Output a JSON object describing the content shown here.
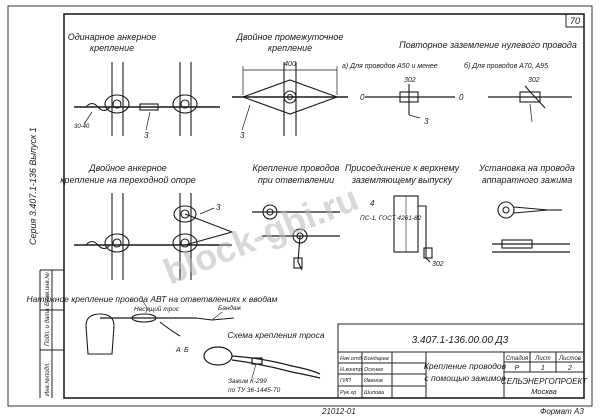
{
  "sheet": {
    "page_number": "70",
    "side_stamp": "Серия 3.407.1-136 Выпуск 1",
    "doc_code": "3.407.1-136.00.00 Д3",
    "title_line1": "Крепление проводов",
    "title_line2": "с помощью зажимов",
    "stage_header": "Стадия",
    "sheet_header": "Лист",
    "sheets_header": "Листов",
    "stage_value": "Р",
    "sheet_value": "1",
    "sheets_value": "2",
    "org_line1": "СЕЛЬЭНЕРГОПРОЕКТ",
    "org_line2": "Москва",
    "footer_left": "21012-01",
    "footer_right": "Формат А3",
    "watermark": "block-gbi.ru",
    "stamp_rows": [
      {
        "role": "Нач.отд",
        "name": "Бондарев"
      },
      {
        "role": "Н.контр",
        "name": "Осенев"
      },
      {
        "role": "ГИП",
        "name": "Иванов"
      },
      {
        "role": "Рук.гр",
        "name": "Шипова"
      }
    ],
    "left_margin_labels": [
      "Инв.№подл.",
      "Подп. и дата",
      "Взам.инв.№"
    ]
  },
  "diagrams": {
    "d1": {
      "title1": "Одинарное анкерное",
      "title2": "крепление",
      "dim": "30-40",
      "ref": "3"
    },
    "d2": {
      "title1": "Двойное промежуточное",
      "title2": "крепление",
      "dim": "400",
      "ref": "3"
    },
    "d3": {
      "title": "Повторное заземление нулевого провода",
      "sub_a": "а) Для проводов А50 и менее",
      "sub_b": "б) Для проводов А70, А95",
      "part": "302",
      "ref": "3",
      "zero_l": "0",
      "zero_r": "0"
    },
    "d4": {
      "title1": "Двойное анкерное",
      "title2": "крепление на переходной опоре",
      "ref": "3"
    },
    "d5": {
      "title1": "Крепление проводов",
      "title2": "при ответвлении"
    },
    "d6": {
      "title1": "Присоединение к верхнему",
      "title2": "заземляющему выпуску",
      "part_no": "4",
      "std": "ПС-1, ГОСТ 4261-82",
      "part": "302"
    },
    "d7": {
      "title1": "Установка на провода",
      "title2": "аппаратного зажима"
    },
    "d8": {
      "title": "Натяжное крепление провода АВТ на ответвлениях к вводам",
      "label_carrier": "Несущий трос",
      "label_bandage": "Бандаж",
      "label_a": "А",
      "label_b": "Б"
    },
    "d9": {
      "title": "Схема крепления троса",
      "clamp_name": "Зажим К-299",
      "clamp_std": "по ТУ 36-1445-70"
    }
  }
}
